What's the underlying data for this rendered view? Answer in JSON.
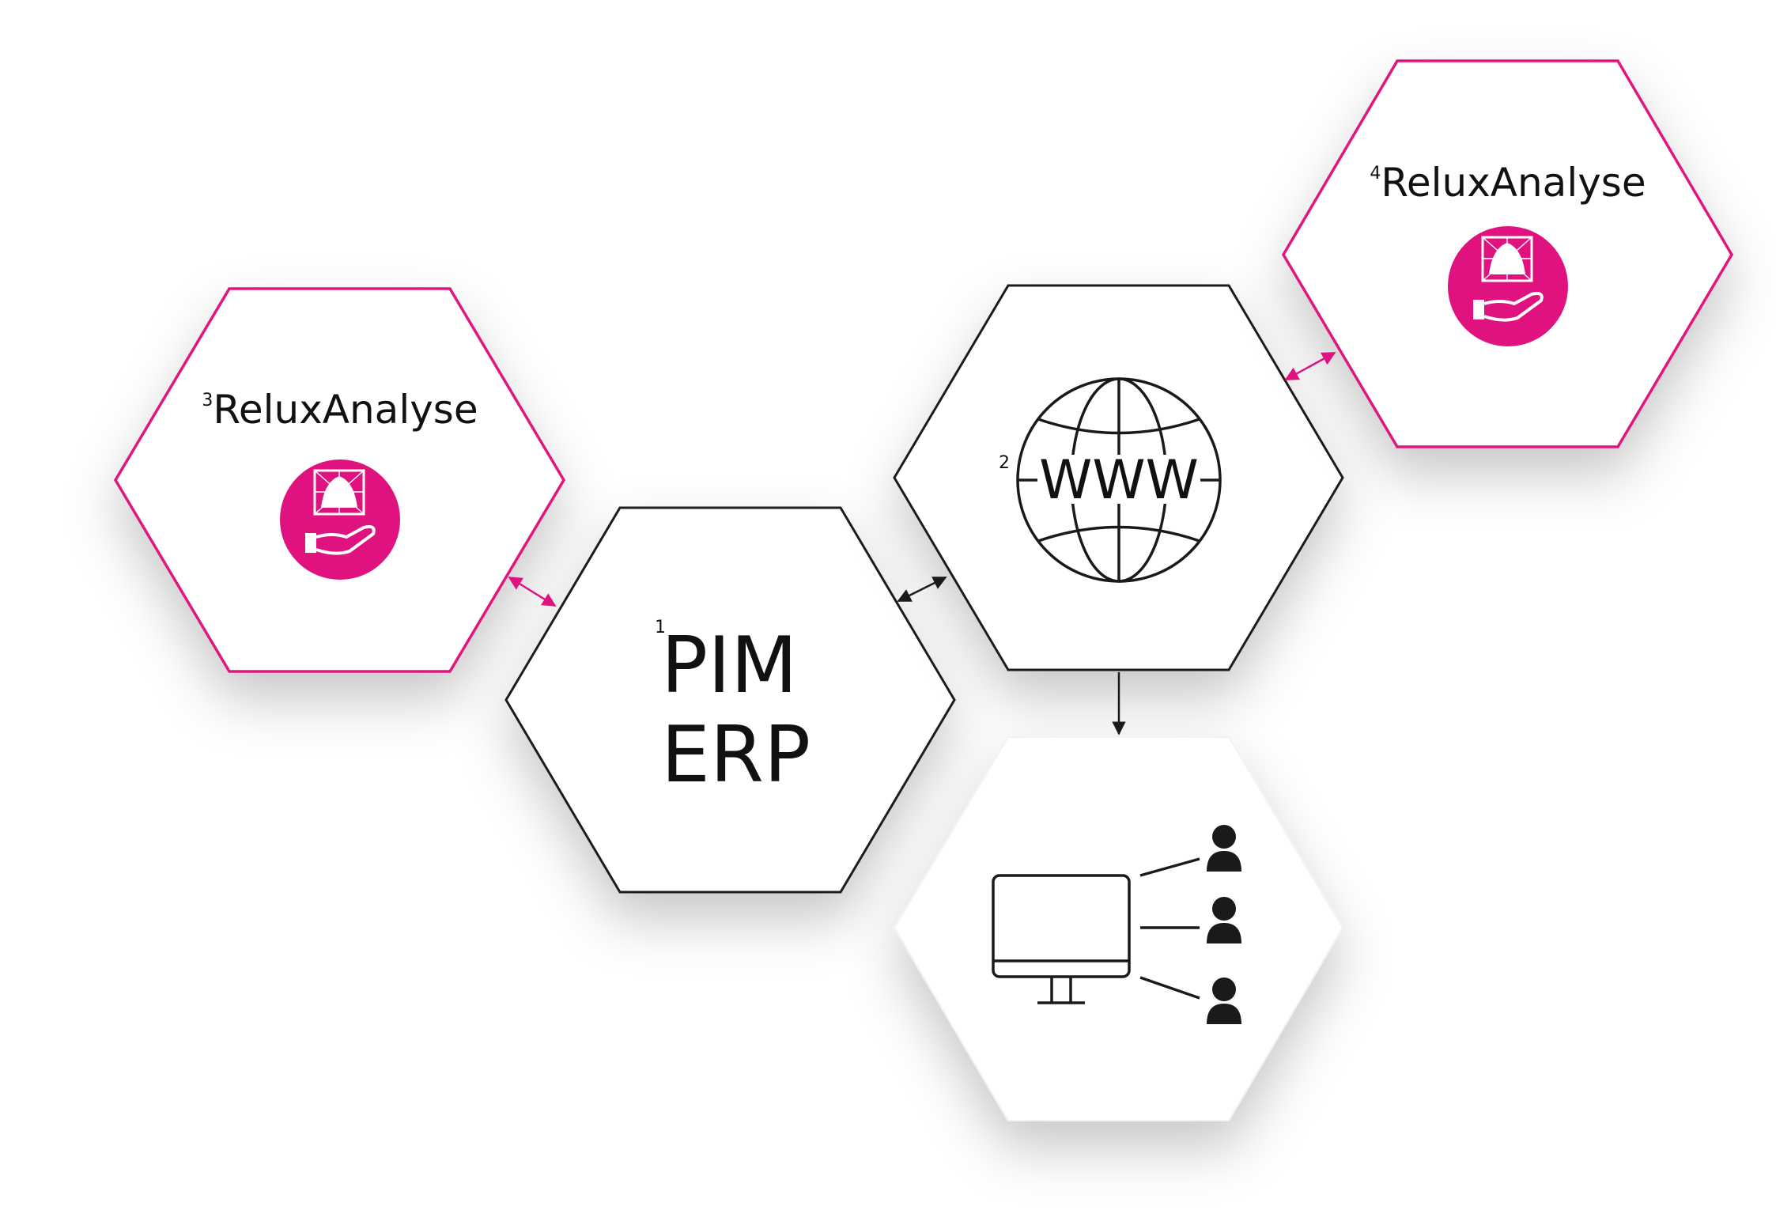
{
  "colors": {
    "accent": "#e0127f",
    "outline": "#1a1a1a",
    "shadow": "#000000",
    "background": "#ffffff"
  },
  "nodes": {
    "pim_erp": {
      "superscript": "1",
      "line1": "PIM",
      "line2": "ERP"
    },
    "www": {
      "superscript": "2",
      "label": "WWW",
      "icon": "globe-icon"
    },
    "relux_left": {
      "superscript": "3",
      "label": "ReluxAnalyse",
      "icon": "relux-analyse-icon"
    },
    "relux_right": {
      "superscript": "4",
      "label": "ReluxAnalyse",
      "icon": "relux-analyse-icon"
    },
    "users": {
      "icons": [
        "monitor-icon",
        "user-icon",
        "user-icon",
        "user-icon"
      ]
    }
  },
  "connections": [
    {
      "from": "relux_left",
      "to": "pim_erp",
      "type": "bidirectional",
      "color": "#e0127f"
    },
    {
      "from": "pim_erp",
      "to": "www",
      "type": "bidirectional",
      "color": "#1a1a1a"
    },
    {
      "from": "www",
      "to": "relux_right",
      "type": "bidirectional",
      "color": "#e0127f"
    },
    {
      "from": "www",
      "to": "users",
      "type": "directed",
      "color": "#1a1a1a"
    }
  ]
}
